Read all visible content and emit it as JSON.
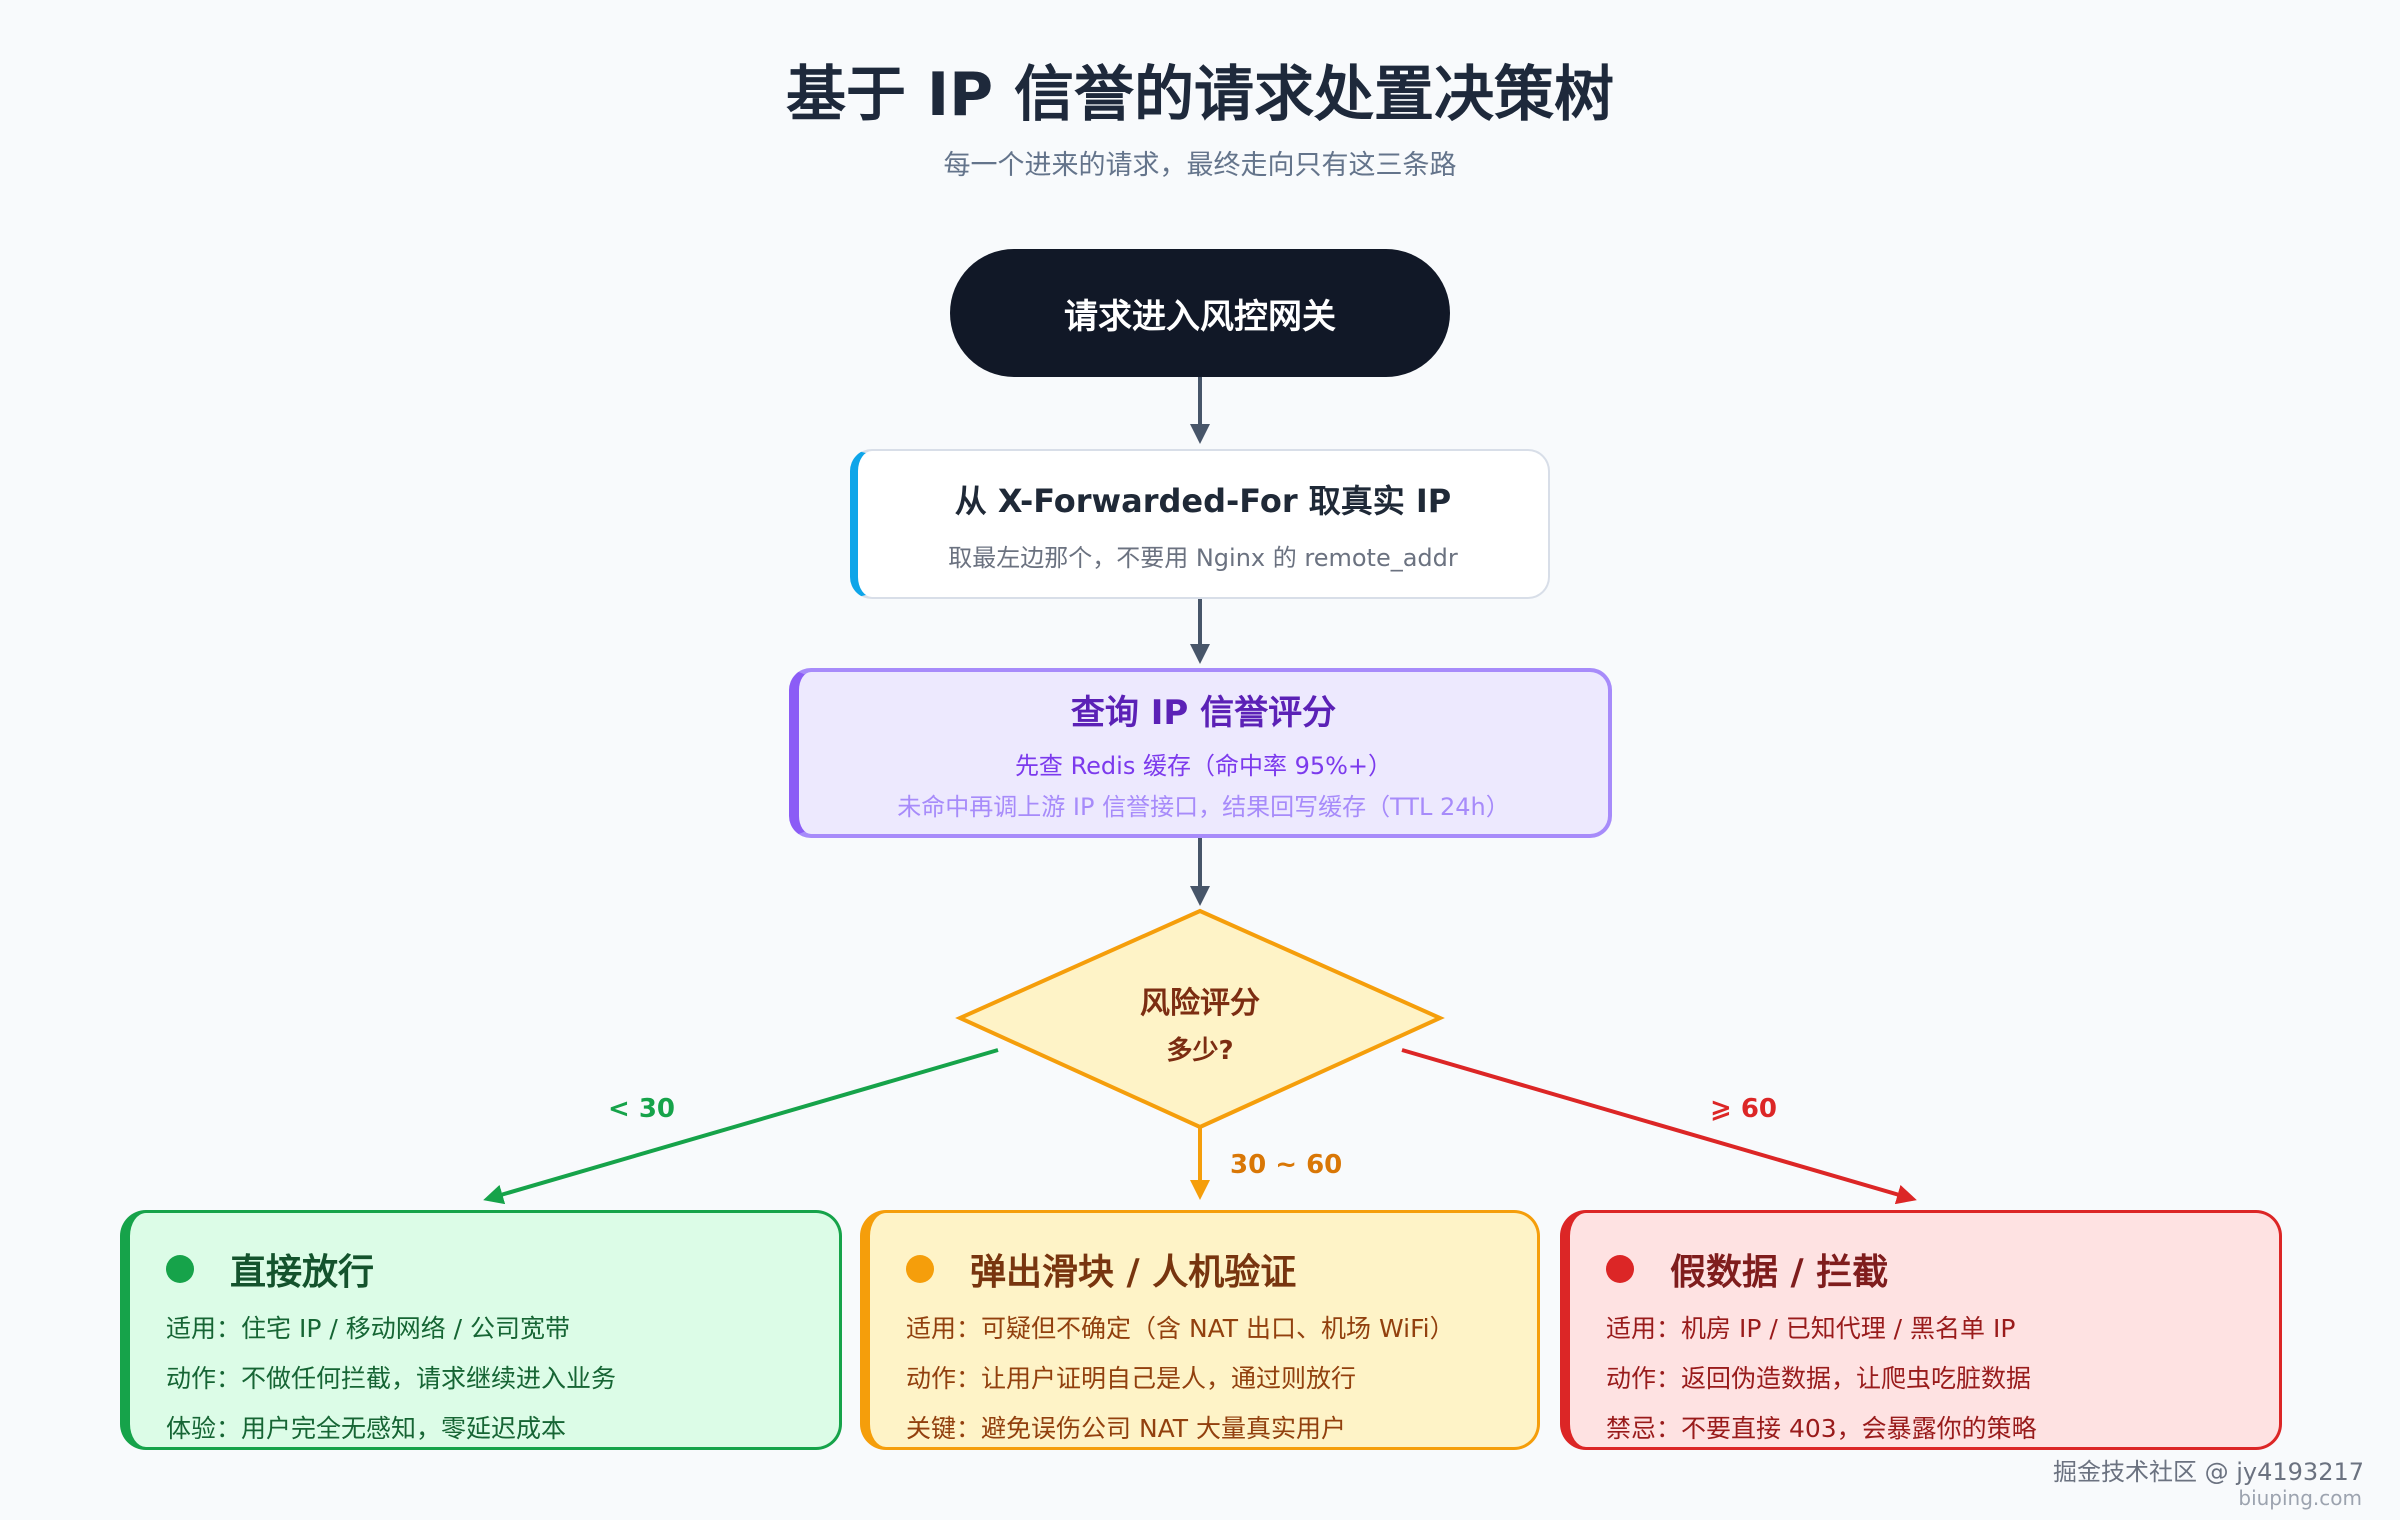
{
  "header": {
    "title": "基于 IP 信誉的请求处置决策树",
    "subtitle": "每一个进来的请求，最终走向只有这三条路"
  },
  "nodes": {
    "start": {
      "label": "请求进入风控网关"
    },
    "xff": {
      "title": "从 X-Forwarded-For 取真实 IP",
      "note": "取最左边那个，不要用 Nginx 的 remote_addr"
    },
    "score": {
      "title": "查询 IP 信誉评分",
      "line1": "先查 Redis 缓存（命中率 95%+）",
      "line2": "未命中再调上游 IP 信誉接口，结果回写缓存（TTL 24h）"
    },
    "decision": {
      "line1": "风险评分",
      "line2": "多少?"
    }
  },
  "edges": {
    "low": "< 30",
    "mid": "30 ~ 60",
    "high": "⩾ 60"
  },
  "outcomes": [
    {
      "title": "直接放行",
      "lines": [
        "适用：住宅 IP / 移动网络 / 公司宽带",
        "动作：不做任何拦截，请求继续进入业务",
        "体验：用户完全无感知，零延迟成本"
      ]
    },
    {
      "title": "弹出滑块 / 人机验证",
      "lines": [
        "适用：可疑但不确定（含 NAT 出口、机场 WiFi）",
        "动作：让用户证明自己是人，通过则放行",
        "关键：避免误伤公司 NAT 大量真实用户"
      ]
    },
    {
      "title": "假数据 / 拦截",
      "lines": [
        "适用：机房 IP / 已知代理 / 黑名单 IP",
        "动作：返回伪造数据，让爬虫吃脏数据",
        "禁忌：不要直接 403，会暴露你的策略"
      ]
    }
  ],
  "watermark": {
    "line1": "掘金技术社区 @ jy4193217",
    "line2": "biuping.com"
  },
  "colors": {
    "start": "#111827",
    "xff_accent": "#0ea5e9",
    "score_accent": "#8b5cf6",
    "decision": "#f59e0b",
    "pass": "#16a34a",
    "verify": "#f59e0b",
    "block": "#dc2626",
    "connector": "#475569"
  }
}
